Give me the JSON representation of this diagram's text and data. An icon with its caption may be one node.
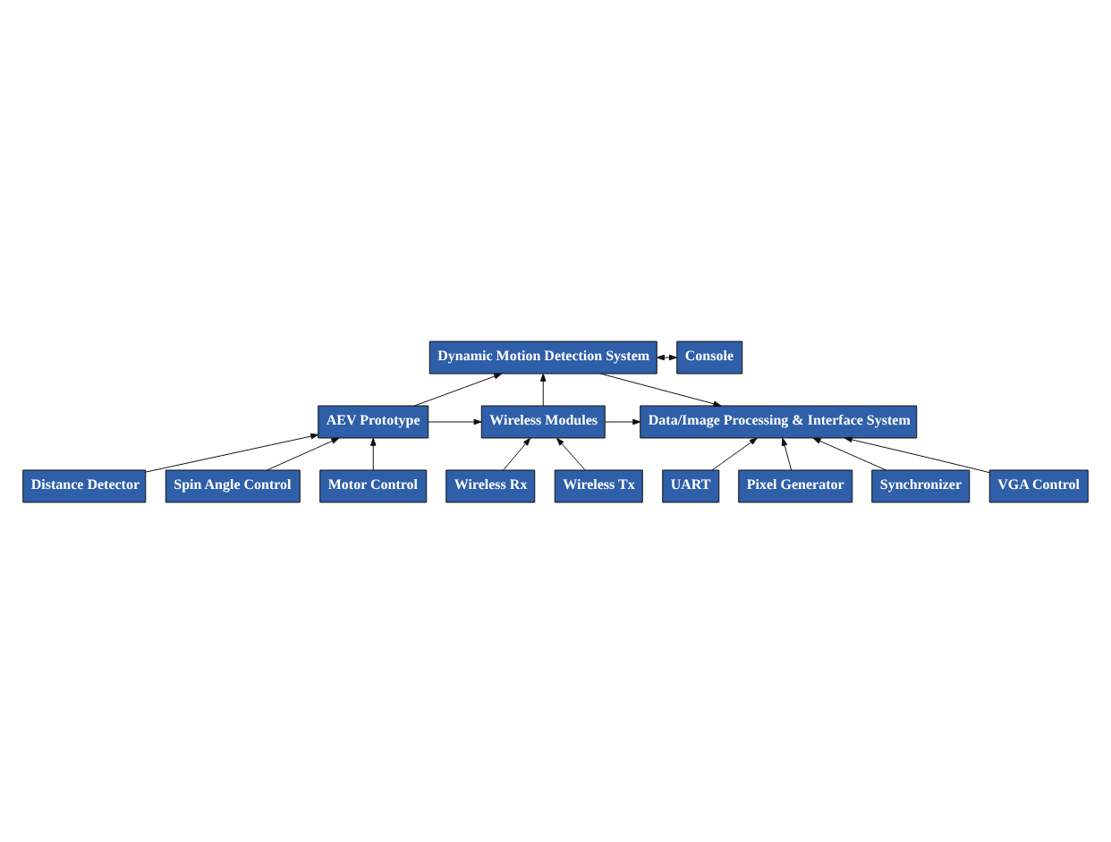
{
  "diagram": {
    "nodes": [
      {
        "text": [
          "Dynamic Motion Detection System"
        ]
      },
      {
        "text": [
          "Console"
        ]
      },
      {
        "text": [
          "AEV Prototype"
        ]
      },
      {
        "text": [
          "Wireless Modules"
        ]
      },
      {
        "text": [
          "Data/Image Processing & Interface System"
        ]
      },
      {
        "text": [
          "Distance Detector"
        ]
      },
      {
        "text": [
          "Spin Angle Control"
        ]
      },
      {
        "text": [
          "Motor Control"
        ]
      },
      {
        "text": [
          "Wireless Rx"
        ]
      },
      {
        "text": [
          "Wireless Tx"
        ]
      },
      {
        "text": [
          "UART"
        ]
      },
      {
        "text": [
          "Pixel Generator"
        ]
      },
      {
        "text": [
          "Synchronizer"
        ]
      },
      {
        "text": [
          "VGA Control"
        ]
      }
    ],
    "edges": [
      {
        "from": 0,
        "to": 1,
        "arrow": "both"
      },
      {
        "from": 2,
        "to": 3,
        "arrow": "to"
      },
      {
        "from": 3,
        "to": 4,
        "arrow": "to"
      },
      {
        "from": 2,
        "to": 0,
        "arrow": "to"
      },
      {
        "from": 3,
        "to": 0,
        "arrow": "to"
      },
      {
        "from": 0,
        "to": 4,
        "arrow": "to"
      },
      {
        "from": 5,
        "to": 2,
        "arrow": "to"
      },
      {
        "from": 6,
        "to": 2,
        "arrow": "to"
      },
      {
        "from": 7,
        "to": 2,
        "arrow": "to"
      },
      {
        "from": 8,
        "to": 3,
        "arrow": "to"
      },
      {
        "from": 9,
        "to": 3,
        "arrow": "to"
      },
      {
        "from": 10,
        "to": 4,
        "arrow": "to"
      },
      {
        "from": 11,
        "to": 4,
        "arrow": "to"
      },
      {
        "from": 12,
        "to": 4,
        "arrow": "to"
      },
      {
        "from": 13,
        "to": 4,
        "arrow": "to"
      }
    ]
  }
}
